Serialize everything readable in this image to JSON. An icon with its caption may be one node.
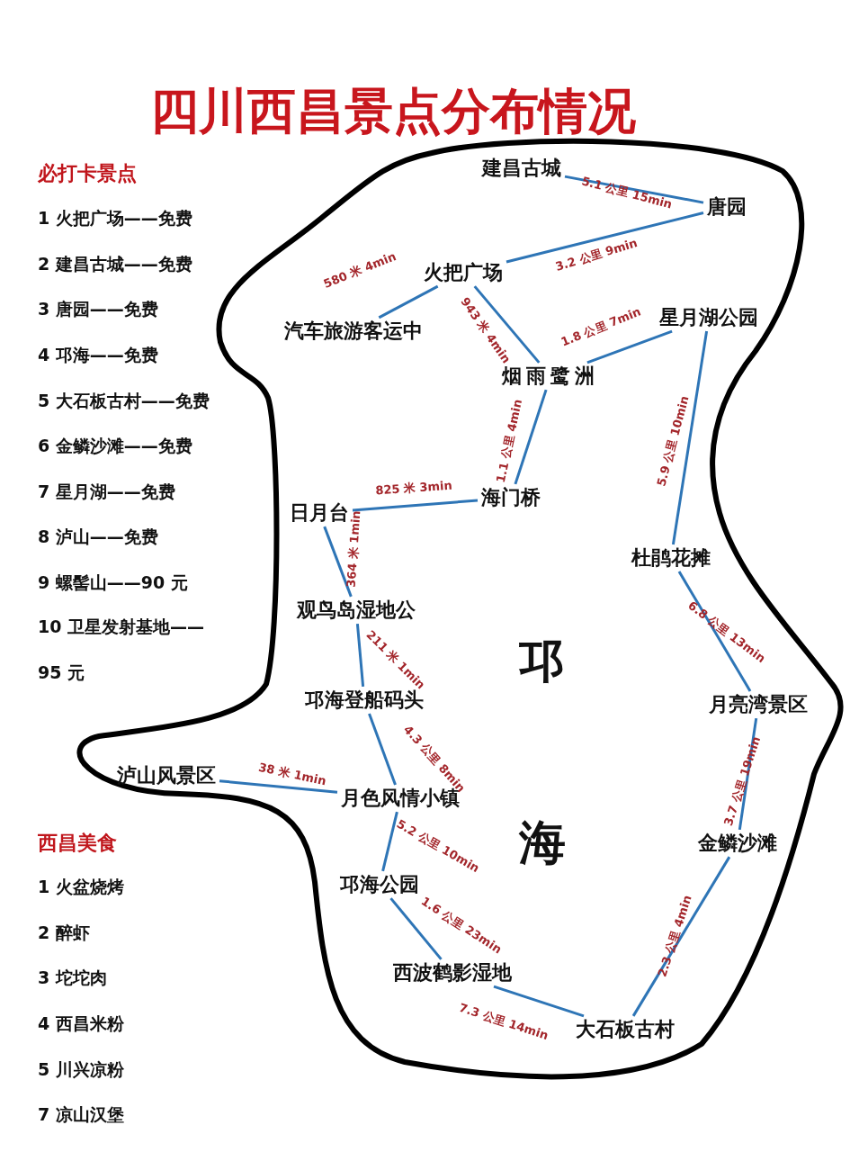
{
  "diagram": {
    "title": "四川西昌景点分布情况",
    "nodes": [
      {
        "text": [
          "建昌古城"
        ]
      },
      {
        "text": [
          "唐园"
        ]
      },
      {
        "text": [
          "火把广场"
        ]
      },
      {
        "text": [
          "汽车旅游客运中"
        ]
      },
      {
        "text": [
          "星月湖公园"
        ]
      },
      {
        "text": [
          "烟雨鹭洲"
        ]
      },
      {
        "text": [
          "海门桥"
        ]
      },
      {
        "text": [
          "日月台"
        ]
      },
      {
        "text": [
          "杜鹃花摊"
        ]
      },
      {
        "text": [
          "观鸟岛湿地公"
        ]
      },
      {
        "text": [
          "邛海登船码头"
        ]
      },
      {
        "text": [
          "月亮湾景区"
        ]
      },
      {
        "text": [
          "泸山风景区"
        ]
      },
      {
        "text": [
          "月色风情小镇"
        ]
      },
      {
        "text": [
          "金鳞沙滩"
        ]
      },
      {
        "text": [
          "邛海公园"
        ]
      },
      {
        "text": [
          "西波鹤影湿地"
        ]
      },
      {
        "text": [
          "大石板古村"
        ]
      }
    ],
    "edges": [
      {
        "from": 0,
        "to": 1,
        "arrow": "none",
        "label": "5.1 公里 15min"
      },
      {
        "from": 2,
        "to": 1,
        "arrow": "none",
        "label": "3.2 公里 9min"
      },
      {
        "from": 3,
        "to": 2,
        "arrow": "none",
        "label": "580 米 4min"
      },
      {
        "from": 2,
        "to": 5,
        "arrow": "none",
        "label": "943 米 4min"
      },
      {
        "from": 5,
        "to": 4,
        "arrow": "none",
        "label": "1.8 公里 7min"
      },
      {
        "from": 5,
        "to": 6,
        "arrow": "none",
        "label": "1.1 公里 4min"
      },
      {
        "from": 6,
        "to": 7,
        "arrow": "none",
        "label": "825 米 3min"
      },
      {
        "from": 7,
        "to": 9,
        "arrow": "none",
        "label": "364 米 1min"
      },
      {
        "from": 4,
        "to": 8,
        "arrow": "none",
        "label": "5.9 公里 10min"
      },
      {
        "from": 8,
        "to": 11,
        "arrow": "none",
        "label": "6.8 公里 13min"
      },
      {
        "from": 9,
        "to": 10,
        "arrow": "none",
        "label": "211 米 1min"
      },
      {
        "from": 10,
        "to": 13,
        "arrow": "none",
        "label": "4.3 公里 8min"
      },
      {
        "from": 12,
        "to": 13,
        "arrow": "none",
        "label": "38 米 1min"
      },
      {
        "from": 13,
        "to": 15,
        "arrow": "none",
        "label": "5.2 公里 10min"
      },
      {
        "from": 15,
        "to": 16,
        "arrow": "none",
        "label": "1.6 公里 23min"
      },
      {
        "from": 16,
        "to": 17,
        "arrow": "none",
        "label": "7.3 公里 14min"
      },
      {
        "from": 11,
        "to": 14,
        "arrow": "none",
        "label": "3.7 公里 19min"
      },
      {
        "from": 14,
        "to": 17,
        "arrow": "none",
        "label": "2.3 公里 4min"
      }
    ],
    "labels": [
      "必打卡景点",
      "1 火把广场——免费",
      "2 建昌古城——免费",
      "3 唐园——免费",
      "4 邛海——免费",
      "5 大石板古村——免费",
      "6 金鳞沙滩——免费",
      "7 星月湖——免费",
      "8 泸山——免费",
      "9 螺髻山——90 元",
      "10 卫星发射基地——95 元",
      "邛",
      "海",
      "西昌美食",
      "1 火盆烧烤",
      "2 醉虾",
      "3 坨坨肉",
      "4 西昌米粉",
      "5 川兴凉粉",
      "7 凉山汉堡"
    ]
  }
}
